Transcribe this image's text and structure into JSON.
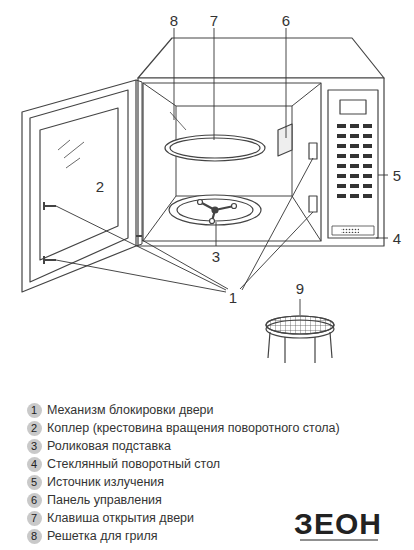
{
  "diagram": {
    "labels": [
      "8",
      "7",
      "6",
      "2",
      "3",
      "5",
      "4",
      "1",
      "9",
      "1",
      "2",
      "3",
      "4",
      "5",
      "6",
      "7",
      "8",
      "ЗЕОН"
    ],
    "legend": [
      {
        "text": "Механизм блокировки двери"
      },
      {
        "text": "Коплер (крестовина вращения поворотного стола)"
      },
      {
        "text": "Роликовая подставка"
      },
      {
        "text": "Стеклянный поворотный стол"
      },
      {
        "text": "Источник излучения"
      },
      {
        "text": "Панель управления"
      },
      {
        "text": "Клавиша открытия двери"
      },
      {
        "text": "Решетка для гриля"
      }
    ]
  }
}
